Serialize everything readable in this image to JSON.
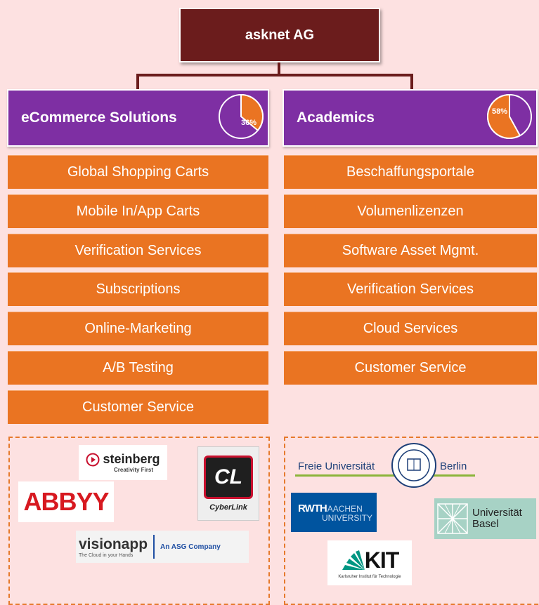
{
  "root": {
    "title": "asknet AG"
  },
  "left": {
    "title": "eCommerce Solutions",
    "pie_percent_label": "36%",
    "pie_fraction": 0.36,
    "items": [
      "Global Shopping Carts",
      "Mobile In/App Carts",
      "Verification Services",
      "Subscriptions",
      "Online-Marketing",
      "A/B Testing",
      "Customer Service"
    ],
    "logos": {
      "steinberg": {
        "name": "steinberg",
        "tagline": "Creativity First"
      },
      "abbyy": {
        "name": "ABBYY"
      },
      "cyberlink": {
        "mark": "CL",
        "name": "CyberLink"
      },
      "visionapp": {
        "name": "visionapp",
        "tagline": "The Cloud in your Hands",
        "partner": "An ASG Company"
      }
    }
  },
  "right": {
    "title": "Academics",
    "pie_percent_label": "58%",
    "pie_fraction": 0.58,
    "items": [
      "Beschaffungsportale",
      "Volumenlizenzen",
      "Software Asset Mgmt.",
      "Verification Services",
      "Cloud Services",
      "Customer Service"
    ],
    "logos": {
      "fu_berlin": {
        "left": "Freie Universität",
        "right": "Berlin"
      },
      "rwth": {
        "line1": "RWTH",
        "line1b": "AACHEN",
        "line2": "UNIVERSITY"
      },
      "basel": {
        "line1": "Universität",
        "line2": "Basel"
      },
      "kit": {
        "name": "KIT",
        "tagline": "Karlsruher Institut für Technologie"
      }
    }
  },
  "colors": {
    "background": "#fde1e1",
    "root": "#6b1c1c",
    "header": "#7e2fa3",
    "item": "#ea7422"
  }
}
